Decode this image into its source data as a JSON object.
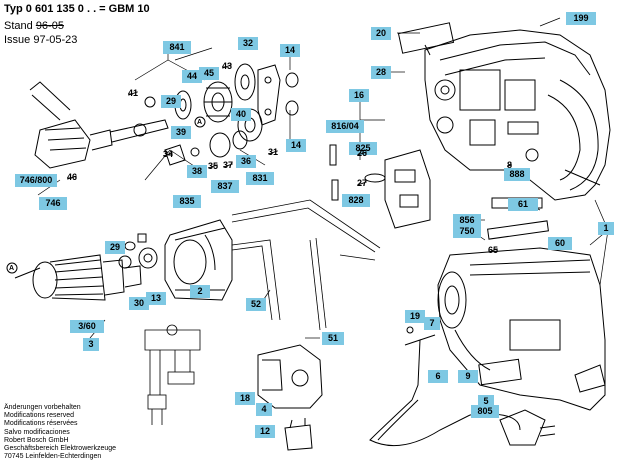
{
  "header": {
    "type": "Typ 0 601 135 0 . . = GBM 10",
    "stand_label": "Stand",
    "stand_value": "96-05",
    "issue_label": "Issue",
    "issue_value": "97-05-23"
  },
  "labels": {
    "199": "199",
    "20": "20",
    "28": "28",
    "888": "888",
    "61": "61",
    "1": "1",
    "60": "60",
    "856": "856",
    "750": "750",
    "16": "16",
    "816_04": "816/04",
    "825": "825",
    "828": "828",
    "841": "841",
    "32": "32",
    "14": "14",
    "44": "44",
    "45": "45",
    "29": "29",
    "39": "39",
    "40": "40",
    "38": "38",
    "837": "837",
    "36": "36",
    "831": "831",
    "835": "835",
    "746_800": "746/800",
    "746": "746",
    "2": "2",
    "30": "30",
    "13": "13",
    "3_60": "3/60",
    "3": "3",
    "52": "52",
    "51": "51",
    "18": "18",
    "4": "4",
    "12": "12",
    "19": "19",
    "7": "7",
    "6": "6",
    "9": "9",
    "5": "5",
    "805": "805"
  },
  "struck": {
    "41": "41",
    "43": "43",
    "34": "34",
    "35": "35",
    "37": "37",
    "31": "31",
    "46": "46",
    "26": "26",
    "27": "27",
    "8": "8",
    "65": "65"
  },
  "markers": {
    "a": "A"
  },
  "footer": [
    "Änderungen vorbehalten",
    "Modifications reserved",
    "Modifications réservées",
    "Salvo modificaciones",
    "Robert Bosch GmbH",
    "Geschäftsbereich Elektrowerkzeuge",
    "70745 Leinfelden-Echterdingen"
  ]
}
